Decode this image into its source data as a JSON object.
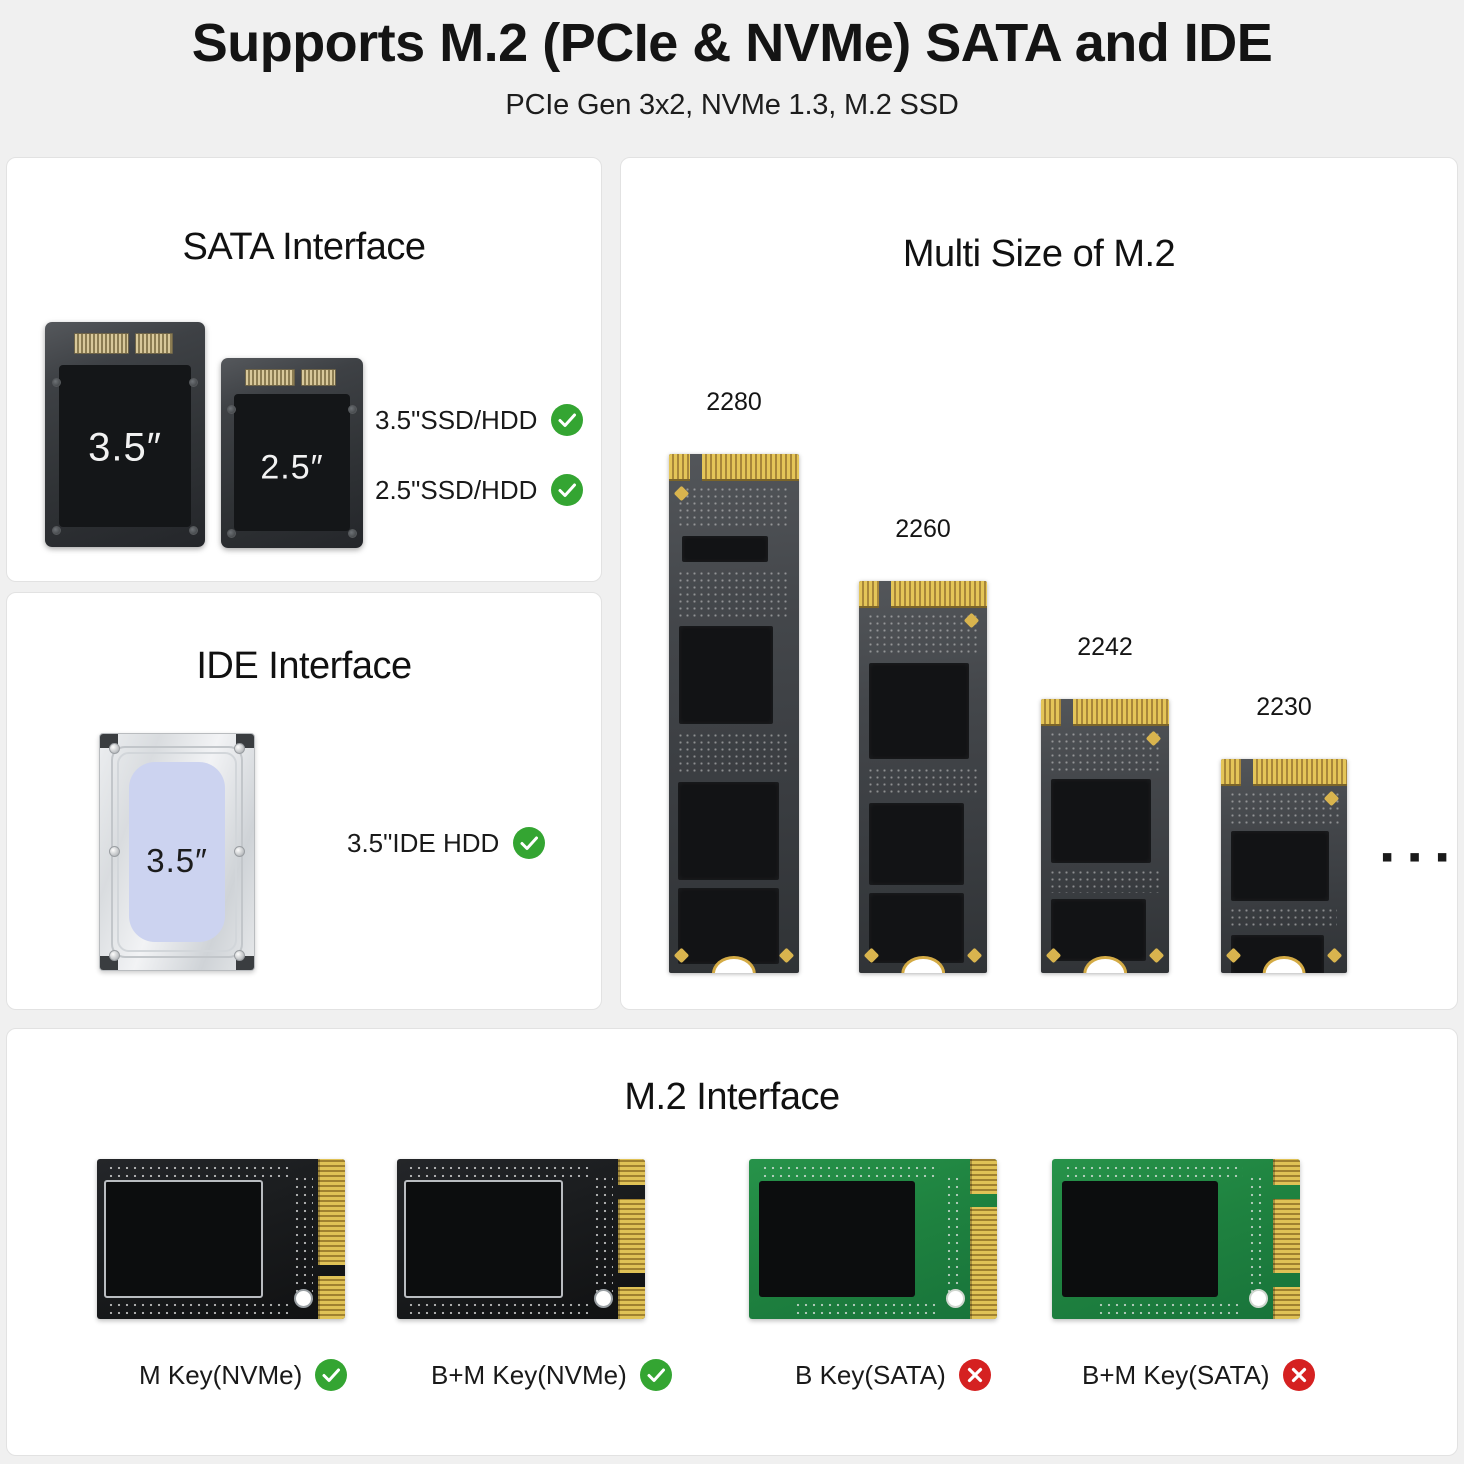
{
  "header": {
    "title": "Supports M.2 (PCIe & NVMe) SATA and IDE",
    "subtitle": "PCIe Gen 3x2, NVMe 1.3, M.2 SSD"
  },
  "icons": {
    "check": "check-circle-icon",
    "cross": "cross-circle-icon"
  },
  "colors": {
    "page_background": "#f0f0f0",
    "panel_background": "#ffffff",
    "panel_border": "#e2e2e2",
    "check_green": "#34a532",
    "cross_red": "#d52121",
    "gold_contact": "#e0c256",
    "green_pcb": "#1f8340",
    "text": "#141414"
  },
  "sata_panel": {
    "title": "SATA Interface",
    "drives": [
      {
        "size_label": "3.5″",
        "name": "3.5-inch-sata-drive"
      },
      {
        "size_label": "2.5″",
        "name": "2.5-inch-sata-drive"
      }
    ],
    "legend": [
      {
        "label": "3.5\"SSD/HDD",
        "status": "supported"
      },
      {
        "label": "2.5\"SSD/HDD",
        "status": "supported"
      }
    ]
  },
  "ide_panel": {
    "title": "IDE Interface",
    "drive": {
      "size_label": "3.5″",
      "name": "3.5-inch-ide-hdd"
    },
    "legend": [
      {
        "label": "3.5\"IDE HDD",
        "status": "supported"
      }
    ]
  },
  "multi_size_panel": {
    "title": "Multi Size of M.2",
    "modules": [
      {
        "label": "2280",
        "name": "m2-module-2280"
      },
      {
        "label": "2260",
        "name": "m2-module-2260"
      },
      {
        "label": "2242",
        "name": "m2-module-2242"
      },
      {
        "label": "2230",
        "name": "m2-module-2230"
      }
    ],
    "more_indicator": "▪ ▪ ▪"
  },
  "m2_interface_panel": {
    "title": "M.2 Interface",
    "modules": [
      {
        "label": "M Key(NVMe)",
        "status": "supported",
        "pcb": "black",
        "keys": 1
      },
      {
        "label": "B+M Key(NVMe)",
        "status": "supported",
        "pcb": "black",
        "keys": 2
      },
      {
        "label": "B Key(SATA)",
        "status": "not-supported",
        "pcb": "green",
        "keys": 1
      },
      {
        "label": "B+M Key(SATA)",
        "status": "not-supported",
        "pcb": "green",
        "keys": 2
      }
    ]
  }
}
